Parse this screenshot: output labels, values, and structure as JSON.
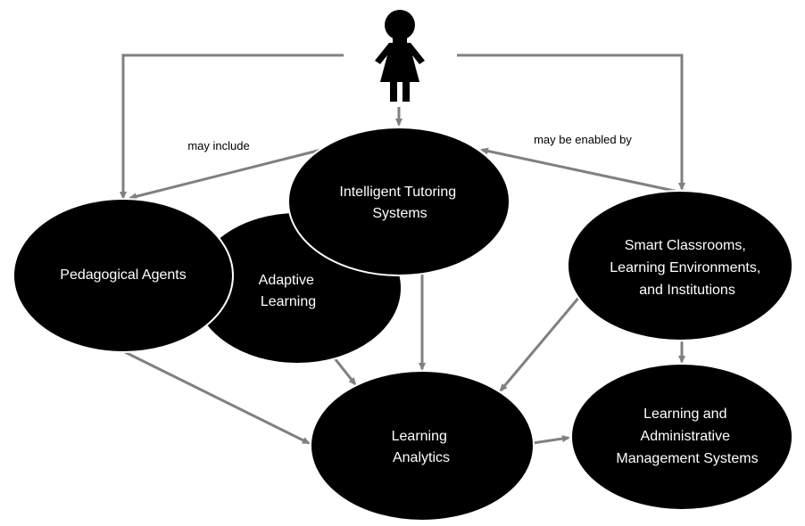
{
  "diagram": {
    "colors": {
      "node_fill": "#000000",
      "node_text": "#ffffff",
      "arrow": "#808080",
      "background": "#ffffff"
    },
    "icons": {
      "user": "person-icon"
    },
    "nodes": {
      "its": {
        "lines": [
          "Intelligent Tutoring",
          "Systems"
        ]
      },
      "pedagogical": {
        "lines": [
          "Pedagogical Agents"
        ]
      },
      "adaptive": {
        "lines": [
          "Adaptive",
          "Learning"
        ]
      },
      "smart": {
        "lines": [
          "Smart Classrooms,",
          "Learning Environments,",
          "and Institutions"
        ]
      },
      "analytics": {
        "lines": [
          "Learning",
          "Analytics"
        ]
      },
      "lams": {
        "lines": [
          "Learning and",
          "Administrative",
          "Management Systems"
        ]
      }
    },
    "edge_labels": {
      "may_include": "may include",
      "may_be_enabled_by": "may be enabled by"
    }
  }
}
